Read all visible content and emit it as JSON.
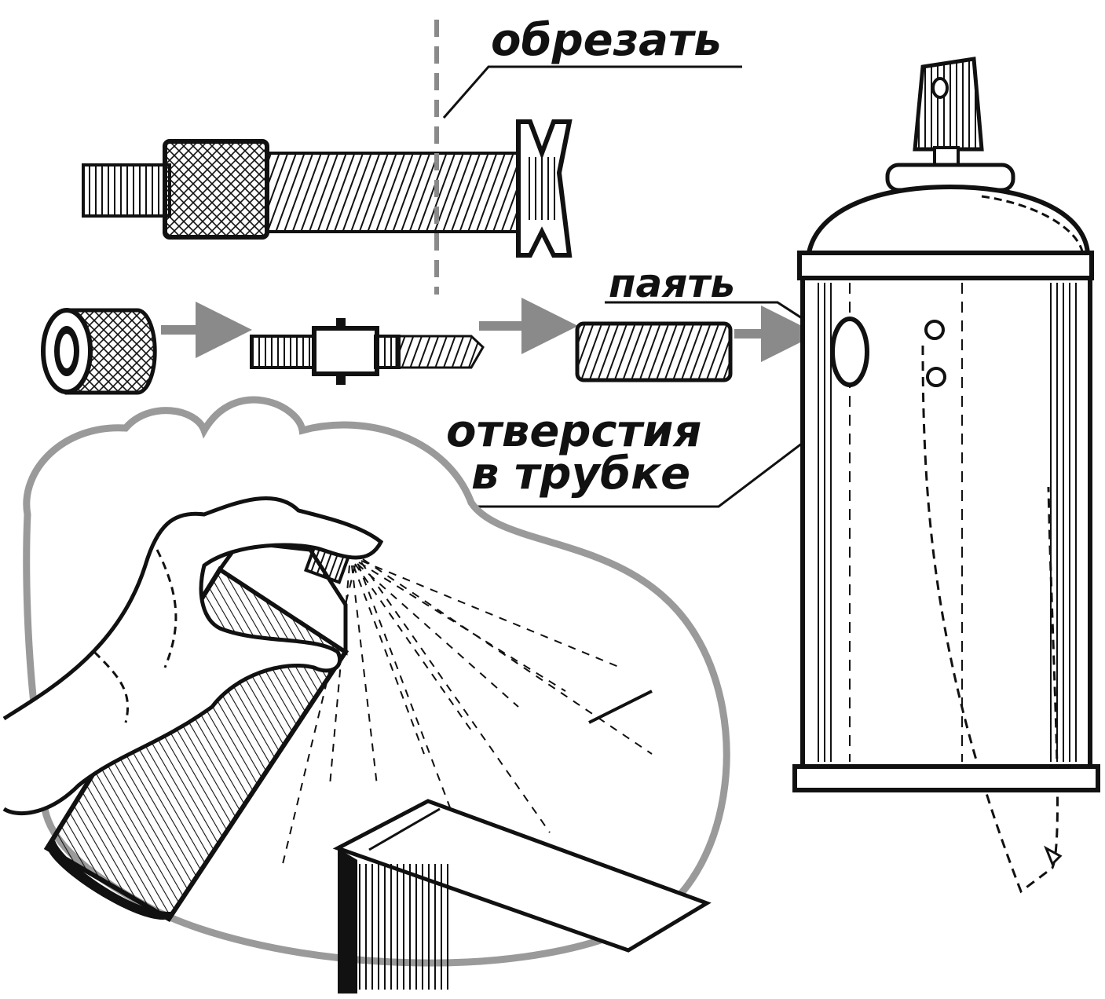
{
  "labels": {
    "cut": "обрезать",
    "solder": "паять",
    "holes_line1": "отверстия",
    "holes_line2": "в трубке"
  },
  "colors": {
    "ink": "#111111",
    "arrow": "#8a8a8a",
    "outline_gray": "#9a9a9a",
    "paper": "#ffffff"
  }
}
